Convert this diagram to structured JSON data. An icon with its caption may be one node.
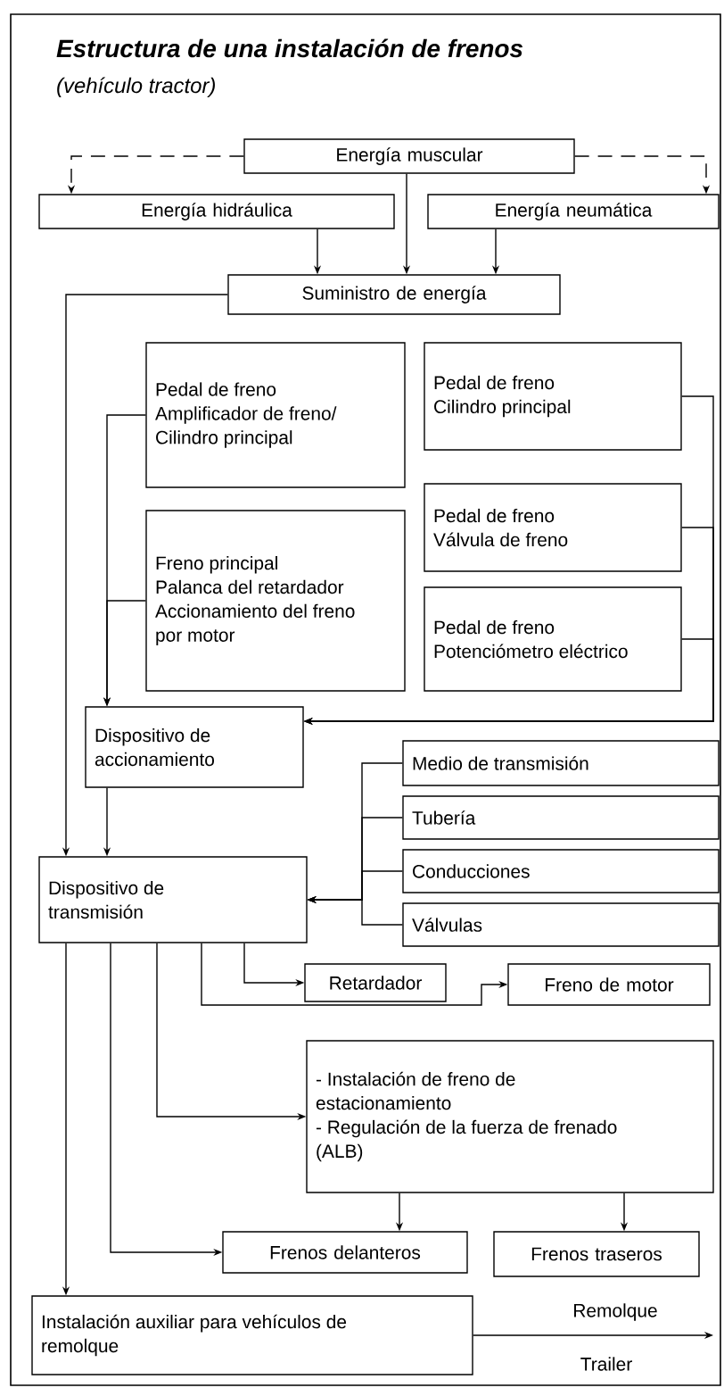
{
  "diagram": {
    "title": "Estructura de una instalación de frenos",
    "caption": "(vehículo tractor)",
    "nodes": [
      {
        "text": [
          "Energía muscular"
        ]
      },
      {
        "text": [
          "Energía hidráulica"
        ]
      },
      {
        "text": [
          "Energía neumática"
        ]
      },
      {
        "text": [
          "Suministro de energía"
        ]
      },
      {
        "text": [
          "Pedal de freno",
          "Amplificador de freno/ Cilindro principal"
        ]
      },
      {
        "text": [
          "Pedal de freno",
          "Cilindro principal"
        ]
      },
      {
        "text": [
          "Freno principal",
          "Palanca del retardador",
          "Accionamiento del freno por motor"
        ]
      },
      {
        "text": [
          "Pedal de freno",
          "Válvula de freno"
        ]
      },
      {
        "text": [
          "Pedal de freno",
          "Potenciómetro eléctrico"
        ]
      },
      {
        "text": [
          "Dispositivo de accionamiento"
        ]
      },
      {
        "text": [
          "Medio de transmisión"
        ]
      },
      {
        "text": [
          "Tubería"
        ]
      },
      {
        "text": [
          "Conducciones"
        ]
      },
      {
        "text": [
          "Válvulas"
        ]
      },
      {
        "text": [
          "Dispositivo de transmisión"
        ]
      },
      {
        "text": [
          "Retardador"
        ]
      },
      {
        "text": [
          "Freno de motor"
        ]
      },
      {
        "text": [
          "- Instalación de freno de estacionamiento",
          "- Regulación de la fuerza de frenado (ALB)"
        ]
      },
      {
        "text": [
          "Frenos delanteros"
        ]
      },
      {
        "text": [
          "Frenos traseros"
        ]
      },
      {
        "text": [
          "Instalación auxiliar para vehículos de remolque"
        ]
      }
    ],
    "edges": [
      {
        "from": 0,
        "to": 1,
        "arrow": "to",
        "style": "dashed"
      },
      {
        "from": 0,
        "to": 2,
        "arrow": "to",
        "style": "dashed"
      },
      {
        "from": 0,
        "to": 3,
        "arrow": "to"
      },
      {
        "from": 1,
        "to": 3,
        "arrow": "to"
      },
      {
        "from": 2,
        "to": 3,
        "arrow": "to"
      },
      {
        "from": 3,
        "to": 14,
        "arrow": "to"
      },
      {
        "from": 4,
        "to": 9,
        "arrow": "to"
      },
      {
        "from": 6,
        "to": 9,
        "arrow": "to"
      },
      {
        "from": 5,
        "to": 9,
        "arrow": "to"
      },
      {
        "from": 7,
        "to": 9,
        "arrow": "to"
      },
      {
        "from": 8,
        "to": 9,
        "arrow": "to"
      },
      {
        "from": 9,
        "to": 14,
        "arrow": "to"
      },
      {
        "from": 10,
        "to": 14,
        "arrow": "to"
      },
      {
        "from": 11,
        "to": 14,
        "arrow": "to"
      },
      {
        "from": 12,
        "to": 14,
        "arrow": "to"
      },
      {
        "from": 13,
        "to": 14,
        "arrow": "to"
      },
      {
        "from": 14,
        "to": 15,
        "arrow": "to"
      },
      {
        "from": 14,
        "to": 16,
        "arrow": "to"
      },
      {
        "from": 14,
        "to": 17,
        "arrow": "to"
      },
      {
        "from": 14,
        "to": 18,
        "arrow": "to"
      },
      {
        "from": 14,
        "to": 20,
        "arrow": "to"
      },
      {
        "from": 17,
        "to": 18,
        "arrow": "to"
      },
      {
        "from": 17,
        "to": 19,
        "arrow": "to"
      },
      {
        "from": 20,
        "to": null,
        "arrow": "to",
        "label": "Remolque"
      }
    ],
    "labels": [
      "Trailer"
    ]
  }
}
